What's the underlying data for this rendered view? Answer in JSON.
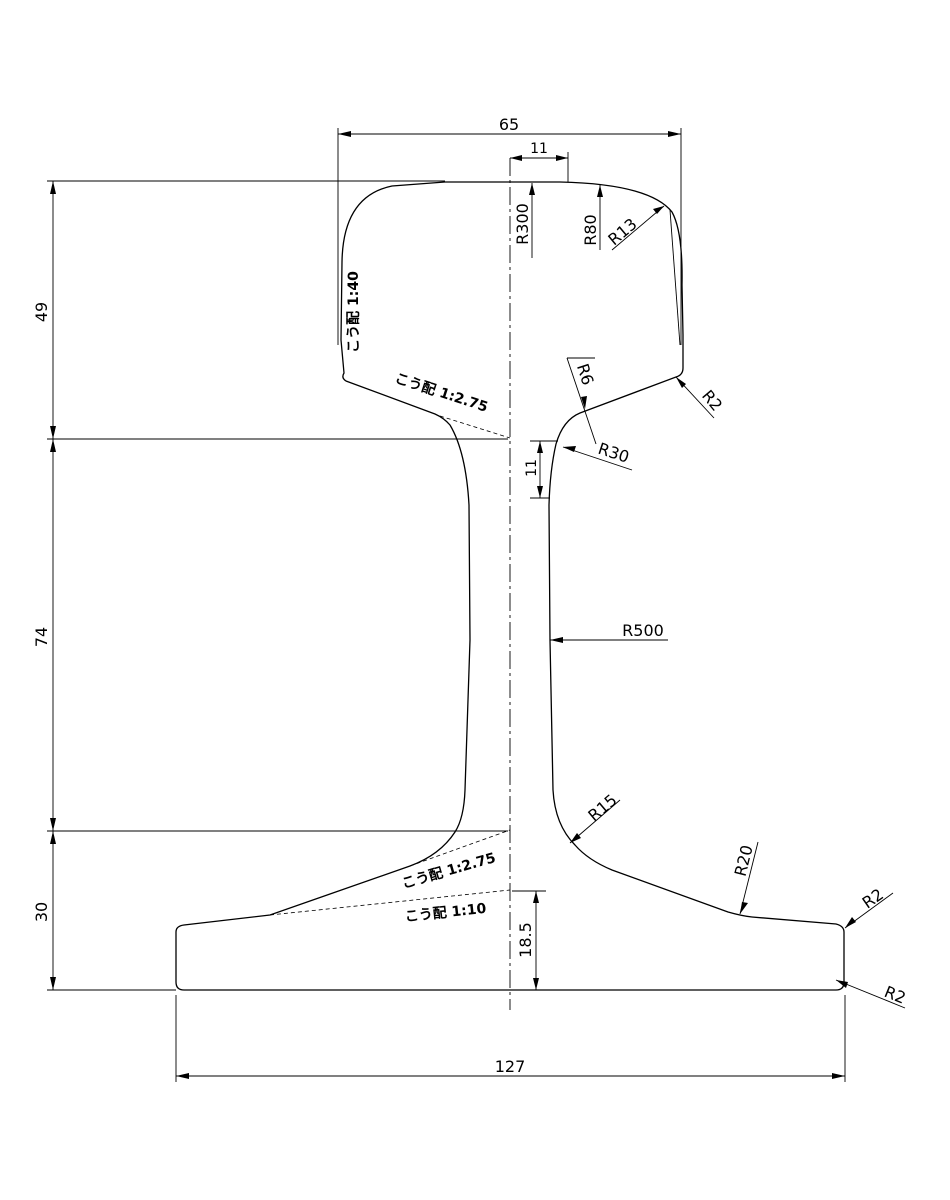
{
  "dimensions": {
    "head_width": "65",
    "head_offset": "11",
    "head_height": "49",
    "web_height": "74",
    "base_height": "30",
    "web_fillet_offset": "11",
    "base_center_height": "18.5",
    "base_width": "127"
  },
  "radii": {
    "crown_center": "R300",
    "crown_side": "R80",
    "head_corner": "R13",
    "head_bottom_corner": "R2",
    "head_web_small": "R6",
    "head_web_large": "R30",
    "web_profile": "R500",
    "web_base": "R15",
    "base_flange": "R20",
    "base_top_corner": "R2",
    "base_bottom_corner": "R2"
  },
  "notes": {
    "head_side_slope": "こう配 1:40",
    "head_under_slope": "こう配 1:2.75",
    "base_upper_slope": "こう配 1:2.75",
    "base_lower_slope": "こう配 1:10"
  }
}
